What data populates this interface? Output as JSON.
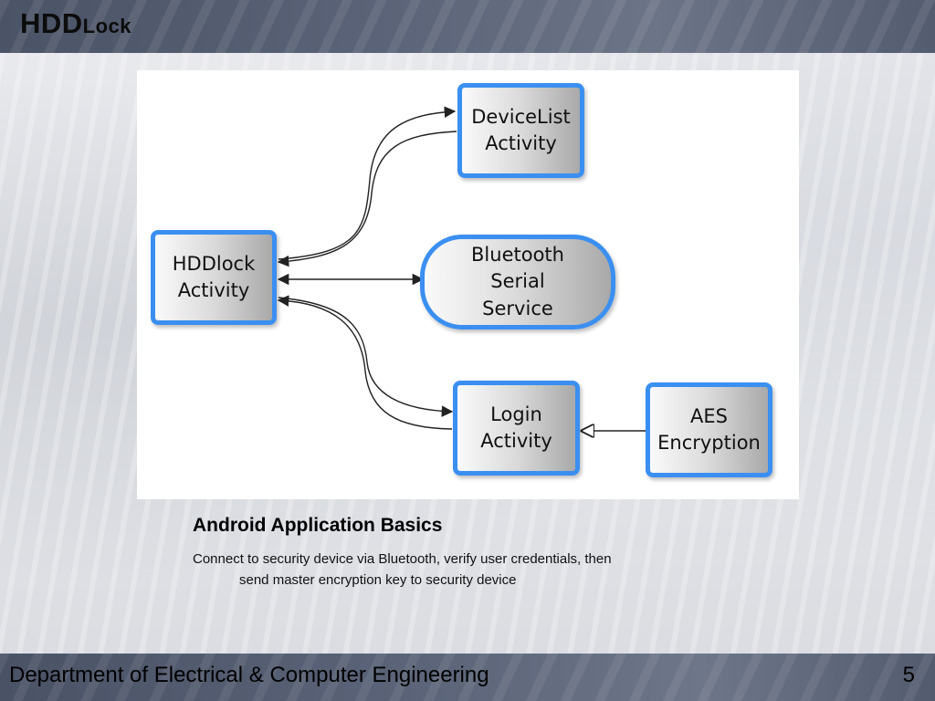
{
  "header": {
    "logo_main": "HDD",
    "logo_sub": "Lock"
  },
  "diagram": {
    "nodes": {
      "hddlock": "HDDlock\nActivity",
      "devicelist": "DeviceList\nActivity",
      "bluetooth": "Bluetooth\nSerial\nService",
      "login": "Login\nActivity",
      "aes": "AES\nEncryption"
    },
    "colors": {
      "node_border": "#3b8ff0",
      "edge": "#222222"
    }
  },
  "caption": {
    "title": "Android Application Basics",
    "line1": "Connect to security device via Bluetooth, verify user credentials, then",
    "line2": "send master encryption key to security device"
  },
  "footer": {
    "department": "Department of Electrical & Computer Engineering",
    "page_number": "5"
  }
}
